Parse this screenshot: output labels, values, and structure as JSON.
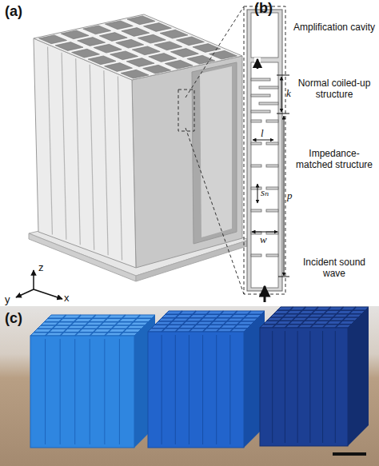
{
  "diagram": {
    "labels": [
      "(a)",
      "(b)",
      "Amplification cavity",
      "k",
      "Normal coiled-up structure",
      "l",
      "p",
      "Impedance-matched structure",
      "sₙ",
      "w",
      "Incident sound wave",
      "z",
      "y",
      "x",
      "(c)"
    ]
  }
}
